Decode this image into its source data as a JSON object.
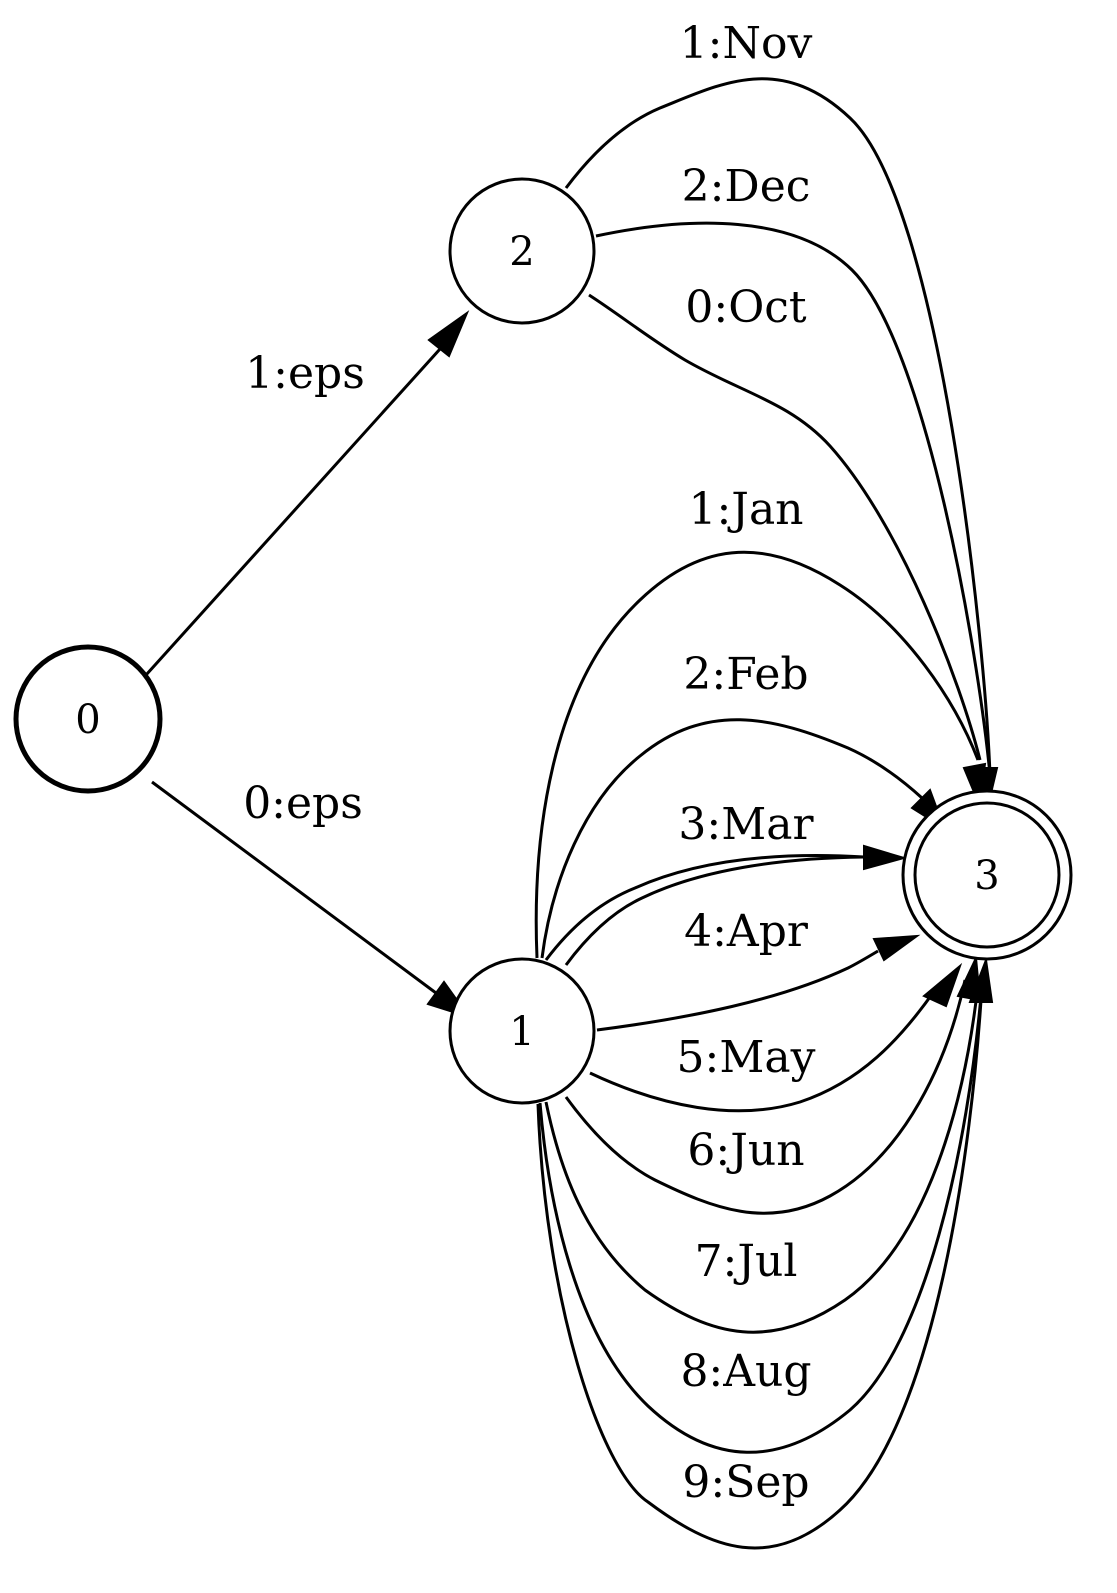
{
  "states": [
    {
      "id": "0",
      "label": "0",
      "initial": true,
      "final": false
    },
    {
      "id": "1",
      "label": "1",
      "initial": false,
      "final": false
    },
    {
      "id": "2",
      "label": "2",
      "initial": false,
      "final": false
    },
    {
      "id": "3",
      "label": "3",
      "initial": false,
      "final": true
    }
  ],
  "transitions": [
    {
      "from": "0",
      "to": "2",
      "label": "1:eps"
    },
    {
      "from": "0",
      "to": "1",
      "label": "0:eps"
    },
    {
      "from": "2",
      "to": "3",
      "label": "1:Nov"
    },
    {
      "from": "2",
      "to": "3",
      "label": "2:Dec"
    },
    {
      "from": "2",
      "to": "3",
      "label": "0:Oct"
    },
    {
      "from": "1",
      "to": "3",
      "label": "1:Jan"
    },
    {
      "from": "1",
      "to": "3",
      "label": "2:Feb"
    },
    {
      "from": "1",
      "to": "3",
      "label": "3:Mar"
    },
    {
      "from": "1",
      "to": "3",
      "label": "4:Apr"
    },
    {
      "from": "1",
      "to": "3",
      "label": "5:May"
    },
    {
      "from": "1",
      "to": "3",
      "label": "6:Jun"
    },
    {
      "from": "1",
      "to": "3",
      "label": "7:Jul"
    },
    {
      "from": "1",
      "to": "3",
      "label": "8:Aug"
    },
    {
      "from": "1",
      "to": "3",
      "label": "9:Sep"
    }
  ]
}
